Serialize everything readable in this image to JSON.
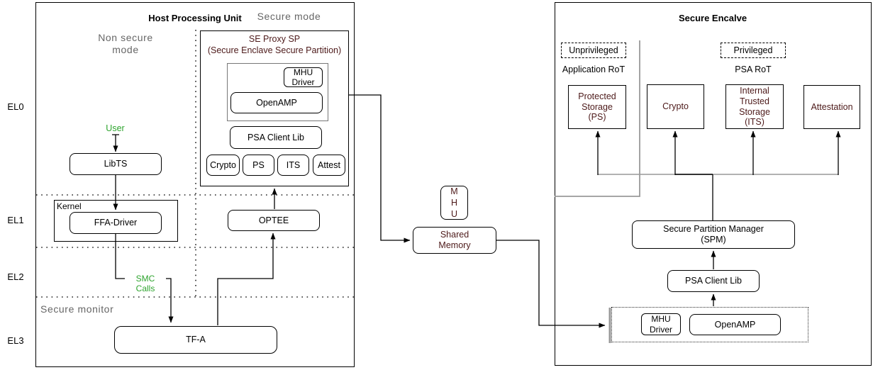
{
  "el_labels": [
    "EL0",
    "EL1",
    "EL2",
    "EL3"
  ],
  "host": {
    "title": "Host Processing Unit",
    "secure_mode": "Secure mode",
    "non_secure_mode": "Non secure mode",
    "secure_monitor": "Secure monitor",
    "user": "User",
    "libts": "LibTS",
    "kernel": "Kernel",
    "ffa_driver": "FFA-Driver",
    "smc_calls": "SMC Calls",
    "optee": "OPTEE",
    "tfa": "TF-A",
    "se_proxy": {
      "title": "SE Proxy SP",
      "subtitle": "(Secure Enclave Secure Partition)",
      "mhu_driver": "MHU Driver",
      "openamp": "OpenAMP",
      "psa_client_lib": "PSA Client Lib",
      "services": [
        "Crypto",
        "PS",
        "ITS",
        "Attest"
      ]
    }
  },
  "interconnect": {
    "mhu": "MHU",
    "shared_memory": "Shared Memory"
  },
  "enclave": {
    "title": "Secure Encalve",
    "unprivileged": "Unprivileged",
    "privileged": "Privileged",
    "application_rot": "Application RoT",
    "psa_rot": "PSA RoT",
    "protected_storage": "Protected Storage (PS)",
    "crypto": "Crypto",
    "its": "Internal Trusted Storage (ITS)",
    "attestation": "Attestation",
    "spm_title": "Secure Partition Manager",
    "spm_subtitle": "(SPM)",
    "psa_client_lib": "PSA Client Lib",
    "mhu_driver": "MHU Driver",
    "openamp": "OpenAMP"
  },
  "colors": {
    "node_text_maroon": "#4d1a1a",
    "annotation_green": "#2ea42e",
    "mode_label_gray": "#666666",
    "separator_gray": "#999999",
    "line_black": "#000000"
  }
}
